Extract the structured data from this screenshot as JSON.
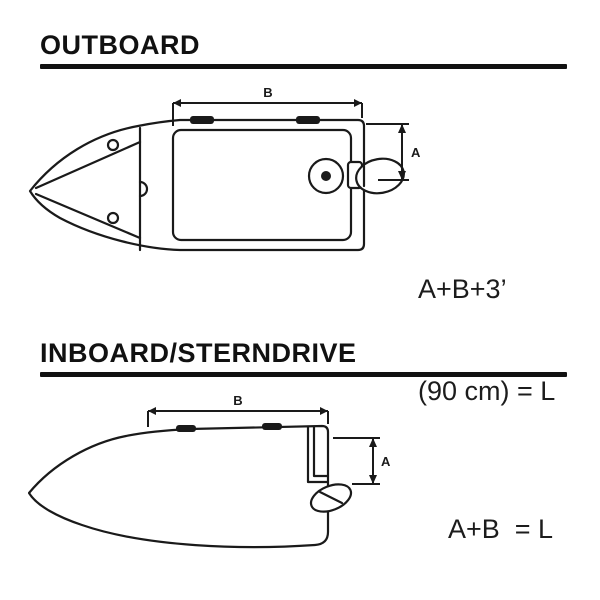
{
  "page": {
    "background_color": "#ffffff",
    "line_color": "#1a1a1a"
  },
  "sections": {
    "outboard": {
      "title": "OUTBOARD",
      "dim_b_label": "B",
      "dim_a_label": "A",
      "formula_line1": "A+B+3’",
      "formula_line2": "(90 cm) = L"
    },
    "inboard": {
      "title": "INBOARD/STERNDRIVE",
      "dim_b_label": "B",
      "dim_a_label": "A",
      "formula": "A+B  = L"
    }
  }
}
